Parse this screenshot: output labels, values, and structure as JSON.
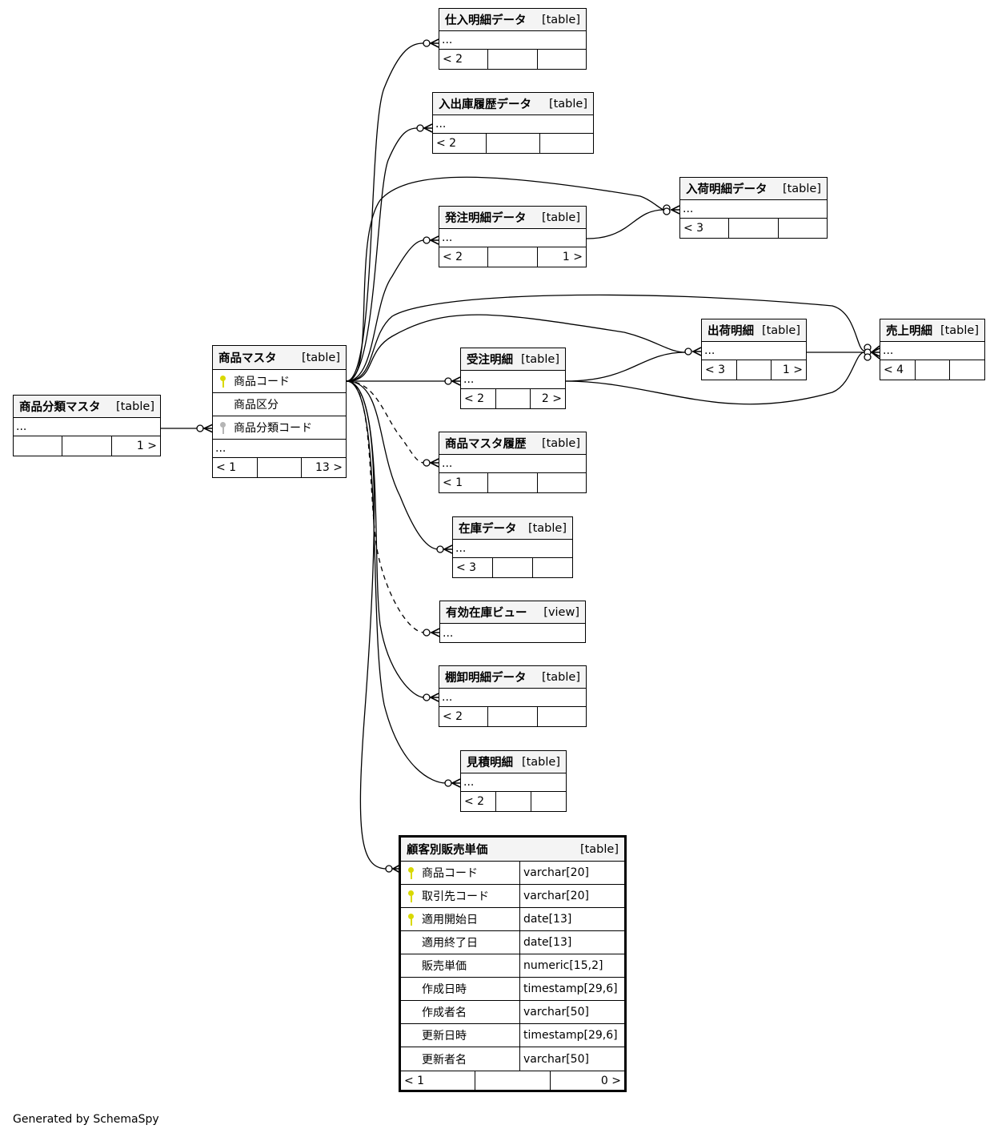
{
  "footer": "Generated by SchemaSpy",
  "colors": {
    "pk_key": "#d9d900",
    "fk_key": "#b5b5b5",
    "header_bg": "#f4f4f4"
  },
  "tables": {
    "category_master": {
      "name": "商品分類マスタ",
      "kind": "[table]",
      "ellipsis": "...",
      "foot": [
        "",
        "",
        "1 >"
      ]
    },
    "product_master": {
      "name": "商品マスタ",
      "kind": "[table]",
      "columns": [
        {
          "name": "商品コード",
          "key": "pk"
        },
        {
          "name": "商品区分",
          "key": "none"
        },
        {
          "name": "商品分類コード",
          "key": "fk"
        }
      ],
      "ellipsis": "...",
      "foot": [
        "< 1",
        "",
        "13 >"
      ]
    },
    "purchase_detail": {
      "name": "仕入明細データ",
      "kind": "[table]",
      "ellipsis": "...",
      "foot": [
        "< 2",
        "",
        ""
      ]
    },
    "stock_history": {
      "name": "入出庫履歴データ",
      "kind": "[table]",
      "ellipsis": "...",
      "foot": [
        "< 2",
        "",
        ""
      ]
    },
    "arrival_detail": {
      "name": "入荷明細データ",
      "kind": "[table]",
      "ellipsis": "...",
      "foot": [
        "< 3",
        "",
        ""
      ]
    },
    "order_detail": {
      "name": "発注明細データ",
      "kind": "[table]",
      "ellipsis": "...",
      "foot": [
        "< 2",
        "",
        "1 >"
      ]
    },
    "shipment_detail": {
      "name": "出荷明細",
      "kind": "[table]",
      "ellipsis": "...",
      "foot": [
        "< 3",
        "",
        "1 >"
      ]
    },
    "sales_detail": {
      "name": "売上明細",
      "kind": "[table]",
      "ellipsis": "...",
      "foot": [
        "< 4",
        "",
        ""
      ]
    },
    "received_order_detail": {
      "name": "受注明細",
      "kind": "[table]",
      "ellipsis": "...",
      "foot": [
        "< 2",
        "",
        "2 >"
      ]
    },
    "product_master_history": {
      "name": "商品マスタ履歴",
      "kind": "[table]",
      "ellipsis": "...",
      "foot": [
        "< 1",
        "",
        ""
      ]
    },
    "inventory": {
      "name": "在庫データ",
      "kind": "[table]",
      "ellipsis": "...",
      "foot": [
        "< 3",
        "",
        ""
      ]
    },
    "effective_inventory_view": {
      "name": "有効在庫ビュー",
      "kind": "[view]",
      "ellipsis": "..."
    },
    "stocktake_detail": {
      "name": "棚卸明細データ",
      "kind": "[table]",
      "ellipsis": "...",
      "foot": [
        "< 2",
        "",
        ""
      ]
    },
    "quote_detail": {
      "name": "見積明細",
      "kind": "[table]",
      "ellipsis": "...",
      "foot": [
        "< 2",
        "",
        ""
      ]
    },
    "customer_price": {
      "name": "顧客別販売単価",
      "kind": "[table]",
      "columns": [
        {
          "name": "商品コード",
          "type": "varchar[20]",
          "key": "pk"
        },
        {
          "name": "取引先コード",
          "type": "varchar[20]",
          "key": "pk"
        },
        {
          "name": "適用開始日",
          "type": "date[13]",
          "key": "pk"
        },
        {
          "name": "適用終了日",
          "type": "date[13]",
          "key": "none"
        },
        {
          "name": "販売単価",
          "type": "numeric[15,2]",
          "key": "none"
        },
        {
          "name": "作成日時",
          "type": "timestamp[29,6]",
          "key": "none"
        },
        {
          "name": "作成者名",
          "type": "varchar[50]",
          "key": "none"
        },
        {
          "name": "更新日時",
          "type": "timestamp[29,6]",
          "key": "none"
        },
        {
          "name": "更新者名",
          "type": "varchar[50]",
          "key": "none"
        }
      ],
      "foot": [
        "< 1",
        "",
        "0 >"
      ]
    }
  }
}
